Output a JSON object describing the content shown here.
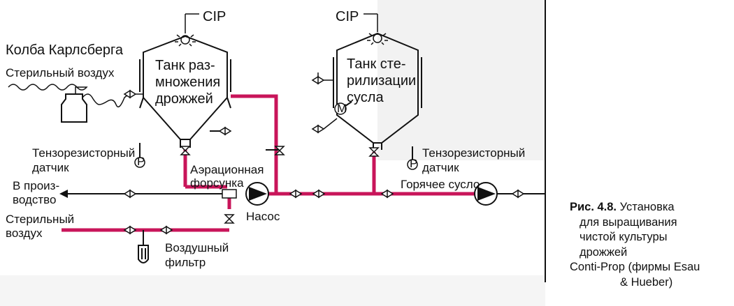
{
  "labels": {
    "cip_left": "CIP",
    "cip_right": "CIP",
    "carlsberg_flask": "Колба Карлсберга",
    "sterile_air_top": "Стерильный воздух",
    "propagation_tank": [
      "Танк раз-",
      "множения",
      "дрожжей"
    ],
    "wort_tank": [
      "Танк сте-",
      "рилизации",
      "сусла"
    ],
    "strain_gauge_left": [
      "Тензорезисторный",
      "датчик"
    ],
    "strain_gauge_right": [
      "Тензорезисторный",
      "датчик"
    ],
    "aeration_nozzle": [
      "Аэрационная",
      "форсунка"
    ],
    "to_production": [
      "В произ-",
      "водство"
    ],
    "sterile_air_bottom": [
      "Стерильный",
      "воздух"
    ],
    "pump": "Насос",
    "air_filter": [
      "Воздушный",
      "фильтр"
    ],
    "hot_wort": "Горячее сусло",
    "pressure_gauge": "P",
    "motor": "M"
  },
  "caption": {
    "number": "Рис. 4.8.",
    "line1": "Установка",
    "line2": "для выращивания",
    "line3": "чистой культуры",
    "line4": "дрожжей",
    "line5": "Conti-Prop (фирмы Esau",
    "line6": "& Hueber)"
  },
  "colors": {
    "ink": "#111111",
    "product_line": "#c8155a",
    "background": "#ffffff"
  }
}
